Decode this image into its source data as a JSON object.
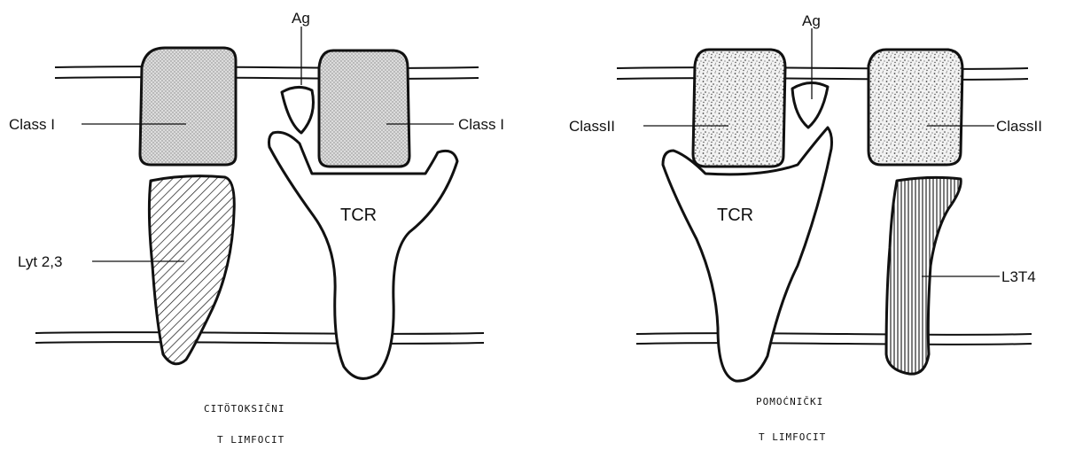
{
  "panels": [
    {
      "id": "cytotoxic",
      "labels": {
        "ag": "Ag",
        "mhc_left": "Class I",
        "mhc_right": "Class I",
        "coreceptor": "Lyt 2,3",
        "tcr": "TCR"
      },
      "caption": [
        "CITÖTOKSIČNI",
        "T LIMFOCIT"
      ]
    },
    {
      "id": "helper",
      "labels": {
        "ag": "Ag",
        "mhc_left": "ClassII",
        "mhc_right": "ClassII",
        "coreceptor": "L3T4",
        "tcr": "TCR"
      },
      "caption": [
        "POMOĆNIČKI",
        "T LIMFOCIT"
      ]
    }
  ]
}
